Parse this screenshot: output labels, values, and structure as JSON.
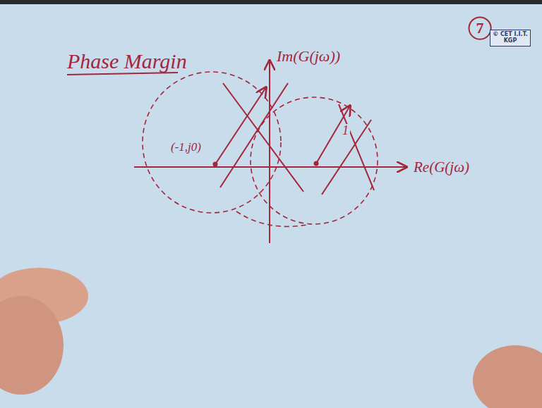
{
  "diagram": {
    "title": "Phase Margin",
    "nodes": [
      {
        "text": [
          "7"
        ]
      },
      {
        "text": [
          "© CET I.I.T. KGP"
        ]
      }
    ],
    "labels": [
      "Im(G(jω))",
      "Re(G(jω)",
      "(-1,j0)",
      "1"
    ]
  }
}
